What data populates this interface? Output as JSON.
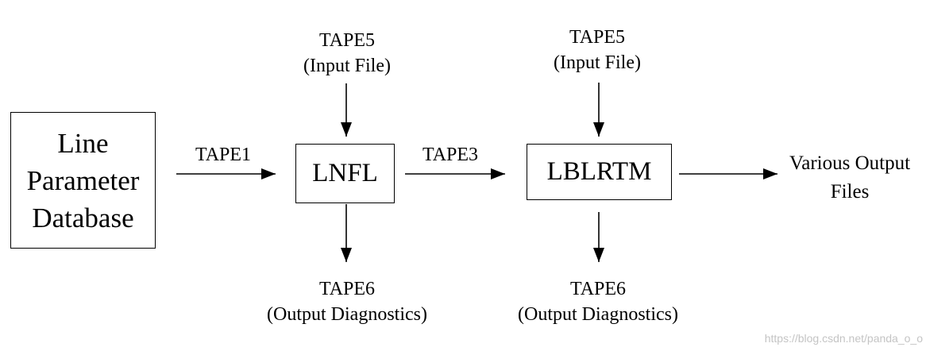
{
  "database_box": {
    "lines": [
      "Line",
      "Parameter",
      "Database"
    ]
  },
  "lnfl_box": {
    "label": "LNFL"
  },
  "lblrtm_box": {
    "label": "LBLRTM"
  },
  "lnfl_input": {
    "name": "TAPE5",
    "desc": "(Input File)"
  },
  "lblrtm_input": {
    "name": "TAPE5",
    "desc": "(Input File)"
  },
  "lnfl_output": {
    "name": "TAPE6",
    "desc": "(Output Diagnostics)"
  },
  "lblrtm_output": {
    "name": "TAPE6",
    "desc": "(Output Diagnostics)"
  },
  "flow_labels": {
    "tape1": "TAPE1",
    "tape3": "TAPE3"
  },
  "final_output": {
    "lines": [
      "Various Output",
      "Files"
    ]
  },
  "watermark": "https://blog.csdn.net/panda_o_o",
  "colors": {
    "stroke": "#000000",
    "background": "#ffffff",
    "watermark": "#c4c4c4"
  }
}
